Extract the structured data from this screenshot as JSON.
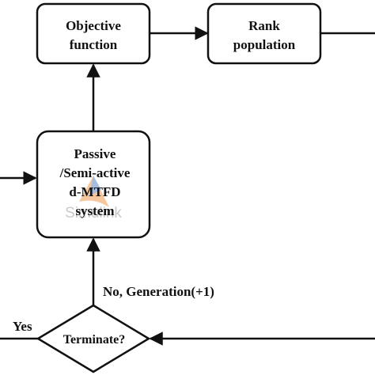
{
  "nodes": {
    "objective": {
      "lines": [
        "Objective",
        "function"
      ]
    },
    "rank": {
      "lines": [
        "Rank",
        "population"
      ]
    },
    "system": {
      "lines": [
        "Passive",
        "/Semi-active",
        "d-MTFD",
        "system"
      ],
      "watermark_logo": "Simulink"
    },
    "terminate": {
      "label": "Terminate?"
    }
  },
  "edge_labels": {
    "no_branch": "No, Generation(+1)",
    "yes_branch": "Yes"
  },
  "colors": {
    "stroke": "#111111",
    "fill": "#ffffff",
    "logo_orange": "#e8852a",
    "logo_blue": "#3b6fb6"
  }
}
